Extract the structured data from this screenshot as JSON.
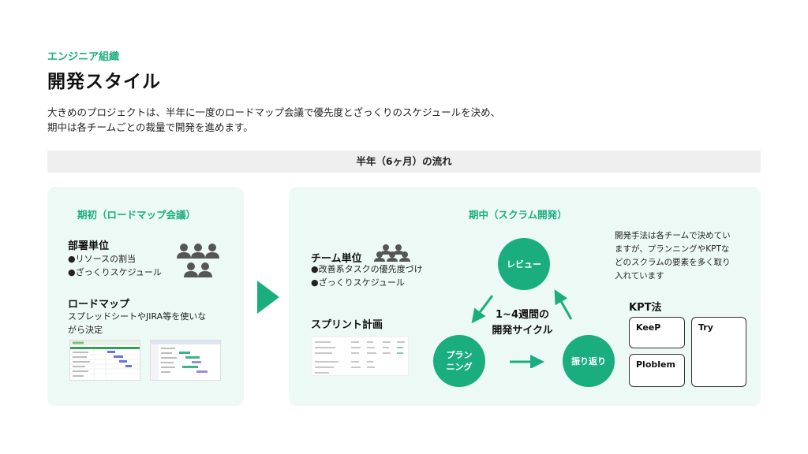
{
  "header": {
    "category": "エンジニア組織",
    "title": "開発スタイル",
    "description_line1": "大きめのプロジェクトは、半年に一度のロードマップ会議で優先度とざっくりのスケジュールを決め、",
    "description_line2": "期中は各チームごとの裁量で開発を進めます。"
  },
  "timeline_bar": "半年（6ヶ月）の流れ",
  "left_panel": {
    "title": "期初（ロードマップ会議）",
    "unit_heading": "部署単位",
    "unit_items": [
      "●リソースの割当",
      "●ざっくりスケジュール"
    ],
    "roadmap_heading": "ロードマップ",
    "roadmap_line1": "スプレッドシートやJIRA等を使いな",
    "roadmap_line2": "がら決定"
  },
  "right_panel": {
    "title": "期中（スクラム開発）",
    "team_heading": "チーム単位",
    "team_items": [
      "●改善系タスクの優先度づけ",
      "●ざっくりスケジュール"
    ],
    "sprint_heading": "スプリント計画",
    "cycle": {
      "review": "レビュー",
      "planning_line1": "プラン",
      "planning_line2": "ニング",
      "retro": "振り返り",
      "center_line1": "1~4週間の",
      "center_line2": "開発サイクル"
    },
    "method_note": [
      "開発手法は各チームで決めてい",
      "ますが、プランニングやKPTな",
      "どのスクラムの要素を多く取り",
      "入れています"
    ],
    "kpt": {
      "heading": "KPT法",
      "keep": "KeeP",
      "problem": "Ploblem",
      "try": "Try"
    }
  },
  "colors": {
    "accent": "#1aae7e",
    "panel_bg": "#edf9f5",
    "bar_bg": "#efefef",
    "people_icon": "#555555"
  }
}
